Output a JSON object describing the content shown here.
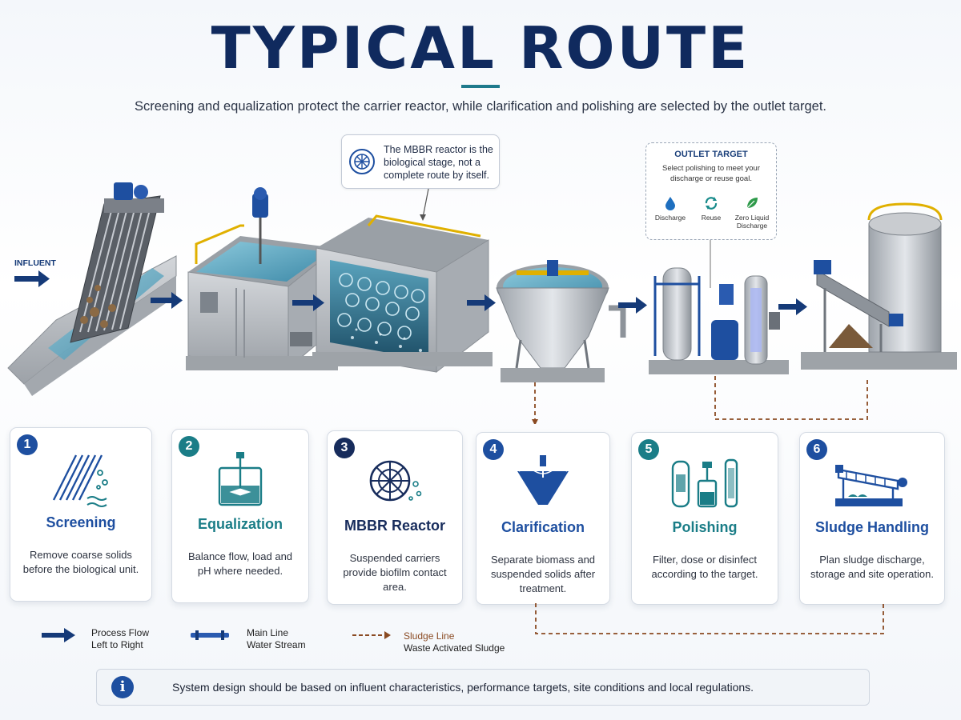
{
  "header": {
    "title": "TYPICAL ROUTE",
    "subtitle": "Screening and equalization protect the carrier reactor, while clarification and polishing are selected by the outlet target."
  },
  "callout": {
    "text": "The MBBR reactor is the biological stage, not a complete route by itself."
  },
  "outlet_target": {
    "heading": "OUTLET TARGET",
    "description": "Select polishing to meet your discharge or reuse goal.",
    "options": [
      {
        "label": "Discharge",
        "icon": "water-drop-icon"
      },
      {
        "label": "Reuse",
        "icon": "recycle-icon"
      },
      {
        "label": "Zero Liquid Discharge",
        "icon": "leaf-icon"
      }
    ]
  },
  "influent_label": "INFLUENT",
  "steps": [
    {
      "number": "1",
      "title": "Screening",
      "description": "Remove coarse solids before the biological unit.",
      "icon": "screen-icon",
      "badge_color": "#1e4fa0",
      "title_color": "#1e4fa0"
    },
    {
      "number": "2",
      "title": "Equalization",
      "description": "Balance flow, load and pH where needed.",
      "icon": "mixing-tank-icon",
      "badge_color": "#1a7d87",
      "title_color": "#1a7d87"
    },
    {
      "number": "3",
      "title": "MBBR Reactor",
      "description": "Suspended carriers provide biofilm contact area.",
      "icon": "carrier-media-icon",
      "badge_color": "#172c5c",
      "title_color": "#172c5c"
    },
    {
      "number": "4",
      "title": "Clarification",
      "description": "Separate biomass and suspended solids after treatment.",
      "icon": "clarifier-icon",
      "badge_color": "#1e4fa0",
      "title_color": "#1e4fa0"
    },
    {
      "number": "5",
      "title": "Polishing",
      "description": "Filter, dose or disinfect according to the target.",
      "icon": "filter-dosing-icon",
      "badge_color": "#1a7d87",
      "title_color": "#1a7d87"
    },
    {
      "number": "6",
      "title": "Sludge Handling",
      "description": "Plan sludge discharge, storage and site operation.",
      "icon": "screw-press-icon",
      "badge_color": "#1e4fa0",
      "title_color": "#1e4fa0"
    }
  ],
  "legend": [
    {
      "line1": "Process Flow",
      "line2": "Left to Right",
      "type": "process-flow"
    },
    {
      "line1": "Main Line",
      "line2": "Water Stream",
      "type": "main-line"
    },
    {
      "line1": "Sludge Line",
      "line2": "Waste Activated Sludge",
      "type": "sludge-line"
    }
  ],
  "footer": {
    "text": "System design should be based on influent characteristics, performance targets, site conditions and local regulations."
  },
  "colors": {
    "navy": "#102a5e",
    "blue": "#1e4fa0",
    "teal": "#1a7d87",
    "water": "#6cb0c8",
    "sludge": "#8a4a22",
    "concrete": "#b9bcc0"
  }
}
